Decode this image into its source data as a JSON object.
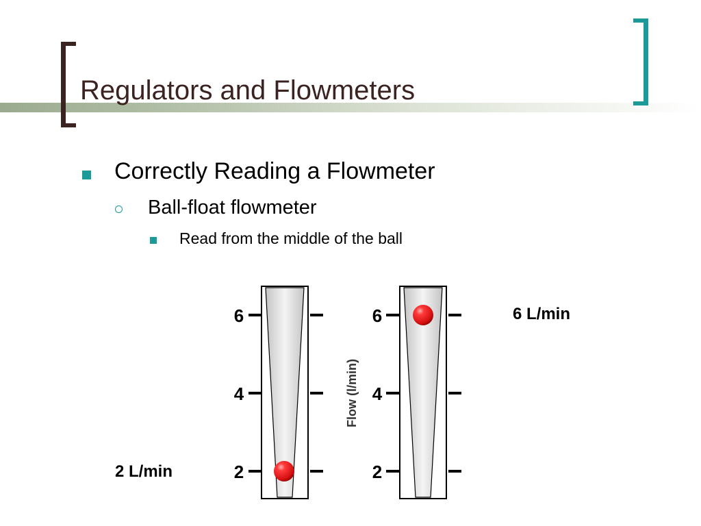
{
  "title": "Regulators and Flowmeters",
  "bullets": {
    "level1": "Correctly Reading a Flowmeter",
    "level2": "Ball-float flowmeter",
    "level3": "Read from the middle of the ball"
  },
  "flowmeter": {
    "axis_label": "Flow (l/min)",
    "ticks": [
      "6",
      "4",
      "2"
    ],
    "left_reading": 2,
    "right_reading": 6
  },
  "readings": {
    "left_label": "2 L/min",
    "right_label": "6 L/min"
  },
  "colors": {
    "title": "#3b2321",
    "accent": "#1c9a9a",
    "ball": "#e01818"
  }
}
